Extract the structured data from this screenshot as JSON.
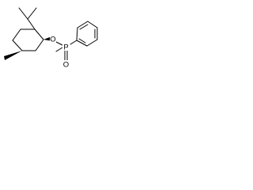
{
  "molecule": {
    "atoms": {
      "ester_oxygen": "O",
      "phosphorus": "P",
      "phosphoryl_oxygen": "O"
    }
  },
  "colors": {
    "bond": "#000000",
    "background": "#ffffff"
  }
}
